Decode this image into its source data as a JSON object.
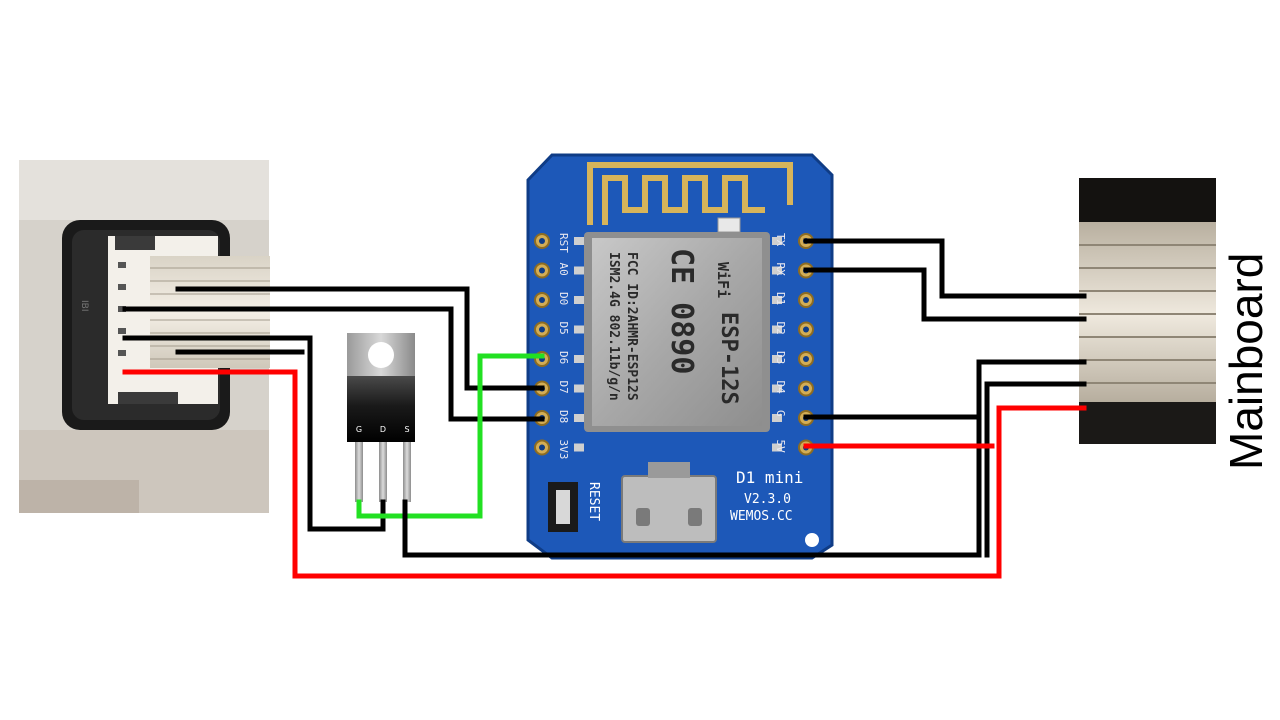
{
  "colors": {
    "wire_black": "#000000",
    "wire_red": "#ff0000",
    "wire_green": "#22e022",
    "board_blue": "#1a56b4",
    "pcb_gold": "#c9a24a"
  },
  "d1_mini": {
    "left_pins": [
      "RST",
      "A0",
      "D0",
      "D5",
      "D6",
      "D7",
      "D8",
      "3V3"
    ],
    "right_pins": [
      "TX",
      "RX",
      "D1",
      "D2",
      "D3",
      "D4",
      "G",
      "5V"
    ],
    "module_brand": "WiFi",
    "module_ce": "CE 0890",
    "module_fcc": "FCC ID:2AHMR-ESP12S",
    "module_freq": "ISM2.4G 802.11b/g/n",
    "module_name": "ESP-12S",
    "reset_label": "RESET",
    "board_name": "D1 mini",
    "board_version": "V2.3.0",
    "board_site": "WEMOS.CC"
  },
  "mosfet": {
    "pins": [
      "G",
      "D",
      "S"
    ]
  },
  "connector": {
    "label": "IBI"
  },
  "mainboard": {
    "label": "Mainboard"
  }
}
